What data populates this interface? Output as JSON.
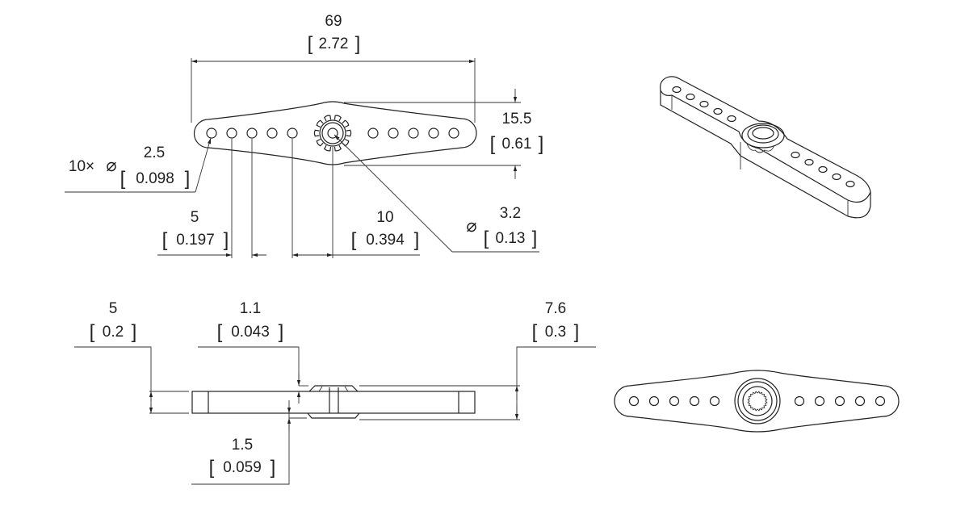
{
  "drawing": {
    "overall_length": {
      "mm": "69",
      "in": "2.72"
    },
    "hub_width": {
      "mm": "15.5",
      "in": "0.61"
    },
    "holes": {
      "count": "10×",
      "symbol": "⌀",
      "mm": "2.5",
      "in": "0.098"
    },
    "hole_pitch": {
      "mm": "5",
      "in": "0.197"
    },
    "hub_to_hole": {
      "mm": "10",
      "in": "0.394"
    },
    "center_hole": {
      "symbol": "⌀",
      "mm": "3.2",
      "in": "0.13"
    },
    "arm_thickness": {
      "mm": "5",
      "in": "0.2"
    },
    "hub_top": {
      "mm": "1.1",
      "in": "0.043"
    },
    "total_height": {
      "mm": "7.6",
      "in": "0.3"
    },
    "hub_bottom": {
      "mm": "1.5",
      "in": "0.059"
    }
  },
  "color": "#222222"
}
